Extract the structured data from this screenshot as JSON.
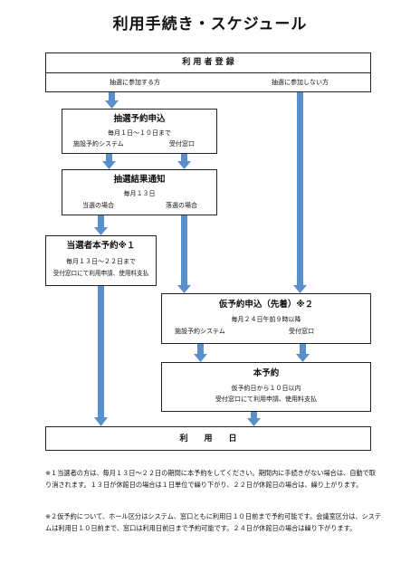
{
  "title": "利用手続き・スケジュール",
  "registration": {
    "heading": "利 用 者 登 録",
    "branch_join": "抽選に参加する方",
    "branch_skip": "抽選に参加しない方"
  },
  "lottery_application": {
    "heading": "抽選予約申込",
    "period": "毎月１日～１０日まで",
    "option_system": "施設予約システム",
    "option_counter": "受付窓口"
  },
  "lottery_result": {
    "heading": "抽選結果通知",
    "date": "毎月１３日",
    "won": "当選の場合",
    "lost": "落選の場合"
  },
  "winner_booking": {
    "heading": "当選者本予約※１",
    "period": "毎月１３日～２２日まで",
    "procedure": "受付窓口にて利用申請、使用料支払"
  },
  "provisional_booking": {
    "heading": "仮予約申込（先着）※２",
    "start": "毎月２４日午前９時以降",
    "option_system": "施設予約システム",
    "option_counter": "受付窓口"
  },
  "final_booking": {
    "heading": "本予約",
    "deadline": "仮予約日から１０日以内",
    "procedure": "受付窓口にて利用申請、使用料支払"
  },
  "usage_day": {
    "heading": "利　　用　　日"
  },
  "notes": [
    "※１当選者の方は、毎月１３日～２２日の期間に本予約をしてください。期間内に手続きがない場合は、自動で取り消されます。１３日が休館日の場合は１日単位で繰り下がり、２２日が休館日の場合は、繰り上がります。",
    "※２仮予約について、ホール区分はシステム、窓口ともに利用日１０日前まで予約可能です。会議室区分は、システムは利用日１０日前まで、窓口は利用日前日まで予約可能です。２４日が休館日の場合は繰り下がります。"
  ],
  "colors": {
    "arrow": "#5b8fc9",
    "border": "#222222"
  }
}
